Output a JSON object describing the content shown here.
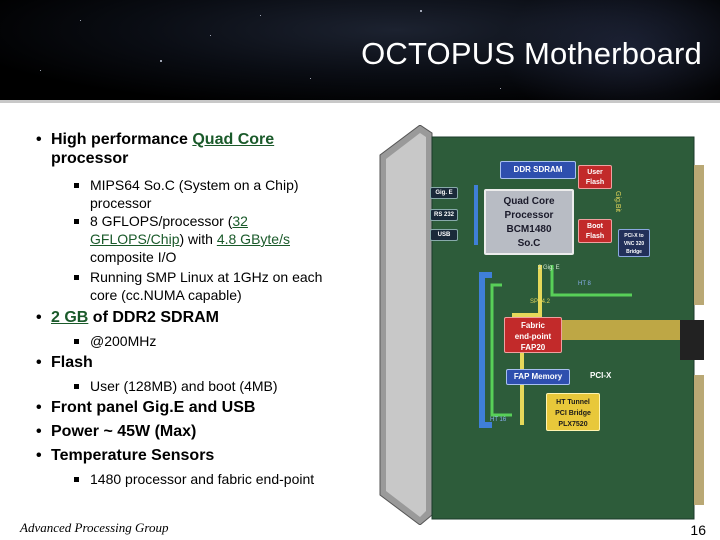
{
  "header": {
    "title": "OCTOPUS Motherboard"
  },
  "bullets": {
    "b1_pre": "High performance ",
    "b1_link": "Quad Core",
    "b1_post": "processor",
    "s1_1a": "MIPS64 So.C (System on a Chip)",
    "s1_1b": "processor",
    "s1_2a_pre": "8 GFLOPS/processor (",
    "s1_2a_link": "32",
    "s1_2b_link": "GFLOPS/Chip",
    "s1_2b_mid": ") with ",
    "s1_2b_link2": "4.8 GByte/s",
    "s1_2c": "composite I/O",
    "s1_3a": "Running SMP Linux at 1GHz on each",
    "s1_3b": "core (cc.NUMA capable)",
    "b2_link": "2 GB",
    "b2_post": " of DDR2 SDRAM",
    "s2_1": "@200MHz",
    "b3": "Flash",
    "s3_1": "User (128MB) and boot (4MB)",
    "b4": "Front panel Gig.E and USB",
    "b5": "Power ~ 45W (Max)",
    "b6": "Temperature Sensors",
    "s6_1": "1480 processor and fabric end-point"
  },
  "board": {
    "ddr": "DDR SDRAM",
    "user_flash_1": "User",
    "user_flash_2": "Flash",
    "quad_1": "Quad Core",
    "quad_2": "Processor",
    "quad_3": "BCM1480",
    "quad_4": "So.C",
    "boot_1": "Boot",
    "boot_2": "Flash",
    "gige": "Gig. E",
    "rs232": "RS 232",
    "usb": "USB",
    "fabric_1": "Fabric",
    "fabric_2": "end-point",
    "fabric_3": "FAP20",
    "fap_mem": "FAP Memory",
    "pcix": "PCI-X",
    "ht_1": "HT Tunnel",
    "ht_2": "PCI Bridge",
    "ht_3": "PLX7520",
    "pcix_vnc_1": "PCI-X to",
    "pcix_vnc_2": "VNC 320",
    "pcix_vnc_3": "Bridge",
    "ht_label": "HT 8",
    "ht16_label": "HT 16",
    "spi_label": "SPI-4.2",
    "gige2_label": "2 Gig. E",
    "gigabit_label": "Gig.Bit"
  },
  "footer": {
    "group": "Advanced Processing Group",
    "page": "16"
  },
  "colors": {
    "board_green": "#2f5e3a",
    "chip_blue": "#2244aa",
    "chip_red": "#c22a2a",
    "chip_gray": "#b8bcc4",
    "chip_yellow": "#e8c83a",
    "link_green": "#1a5a2a"
  }
}
